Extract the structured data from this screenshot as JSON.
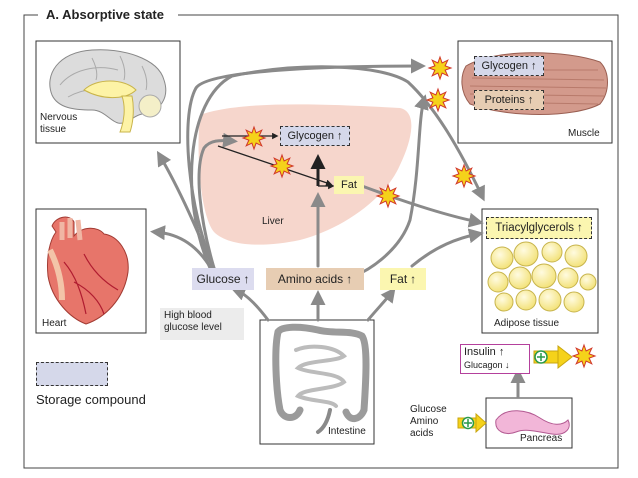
{
  "panel_title": "A. Absorptive state",
  "organs": {
    "nervous_tissue": "Nervous\ntissue",
    "muscle": "Muscle",
    "liver": "Liver",
    "heart": "Heart",
    "adipose_tissue": "Adipose tissue",
    "intestine": "Intestine",
    "pancreas": "Pancreas"
  },
  "metabolites": {
    "glycogen_muscle": "Glycogen",
    "proteins_muscle": "Proteins",
    "glycogen_liver": "Glycogen",
    "fat_liver": "Fat",
    "glucose": "Glucose",
    "amino_acids": "Amino acids",
    "fat_blood": "Fat",
    "triacylglycerols": "Triacylglycerols"
  },
  "arrow_symbol": "↑",
  "down_symbol": "↓",
  "high_glucose_note": "High blood\nglucose level",
  "hormones": {
    "insulin": "Insulin",
    "glucagon": "Glucagon"
  },
  "pancreas_inputs": "Glucose\nAmino\nacids",
  "legend_label": "Storage compound",
  "colors": {
    "arrow": "#8a8a8a",
    "liver": "#f6d6cc",
    "glucose_box": "#dcdcef",
    "amino_box": "#e7cdb3",
    "fat_box": "#fbf6b0",
    "storage_box": "#d5d8ea",
    "insulin_border": "#b4409c",
    "burst": "#f5d21a",
    "burst_edge": "#d0362a"
  }
}
